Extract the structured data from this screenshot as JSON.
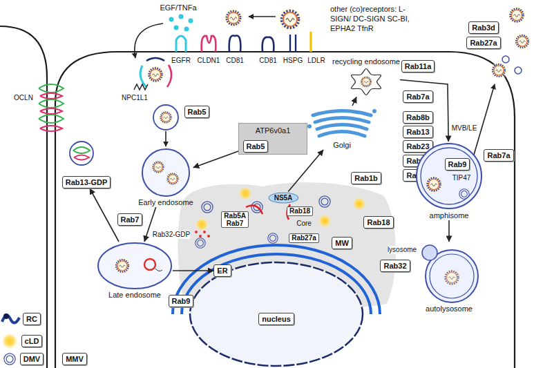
{
  "diagram": {
    "nodes": [
      {
        "text": [
          "recycling endosome"
        ]
      },
      {
        "text": [
          "Rab11a"
        ]
      },
      {
        "text": [
          "Rab3d"
        ]
      },
      {
        "text": [
          "Rab27a"
        ]
      },
      {
        "text": [
          "Rab7a"
        ]
      },
      {
        "text": [
          "Rab5"
        ]
      },
      {
        "text": [
          "ATP6v0a1"
        ]
      },
      {
        "text": [
          "Rab5"
        ],
        "in": 6
      },
      {
        "text": [
          "Golgi"
        ]
      },
      {
        "text": [
          "Rab8b"
        ]
      },
      {
        "text": [
          "Rab13"
        ]
      },
      {
        "text": [
          "Rab23"
        ]
      },
      {
        "text": [
          "Rab32"
        ]
      },
      {
        "text": [
          "Rab33"
        ]
      },
      {
        "text": [
          "Rab7a"
        ]
      },
      {
        "text": [
          "amphisome"
        ]
      },
      {
        "text": [
          "Rab9"
        ],
        "in": 15
      },
      {
        "text": [
          "Early endosome"
        ]
      },
      {
        "text": [
          "Rab1b"
        ]
      },
      {
        "text": [
          "Rab13-GDP"
        ]
      },
      {
        "text": [
          "NS5A"
        ]
      },
      {
        "text": [
          "Rab7"
        ]
      },
      {
        "text": [
          "MW"
        ]
      },
      {
        "text": [
          "Rab18"
        ]
      },
      {
        "text": [
          "Late endosome"
        ]
      },
      {
        "text": [
          "ER"
        ]
      },
      {
        "text": [
          "Rab32"
        ]
      },
      {
        "text": [
          "Rab9"
        ]
      },
      {
        "text": [
          "autolysosome"
        ]
      },
      {
        "text": [
          "nucleus"
        ]
      }
    ],
    "edges": [
      {
        "from": 6,
        "to": 17,
        "arrow": "to"
      },
      {
        "from": 17,
        "to": 24,
        "arrow": "to"
      },
      {
        "from": 24,
        "to": 19,
        "arrow": "to"
      },
      {
        "from": 24,
        "to": 25,
        "arrow": "to"
      },
      {
        "from": 20,
        "to": 8,
        "arrow": "to"
      },
      {
        "from": 8,
        "to": 0,
        "arrow": "to"
      },
      {
        "from": 0,
        "to": 15,
        "arrow": "to"
      },
      {
        "from": 15,
        "to": 28,
        "arrow": "to"
      }
    ],
    "labels": [
      "EGF/TNFa",
      "other (co)receptors: L-SIGN/ DC-SIGN SC-BI, EPHA2 TfnR",
      "EGFR",
      "CLDN1",
      "CD81",
      "CD81",
      "HSPG",
      "LDLR",
      "OCLN",
      "NPC1L1",
      "Rab32-GDP",
      "Rab5A Rab7",
      "Rab18",
      "Core",
      "Rab27a",
      "MVB/LE",
      "TIP47",
      "lysosome"
    ],
    "legend": [
      {
        "text": "RC"
      },
      {
        "text": "cLD"
      },
      {
        "text": "DMV"
      },
      {
        "text": "MMV"
      }
    ]
  }
}
